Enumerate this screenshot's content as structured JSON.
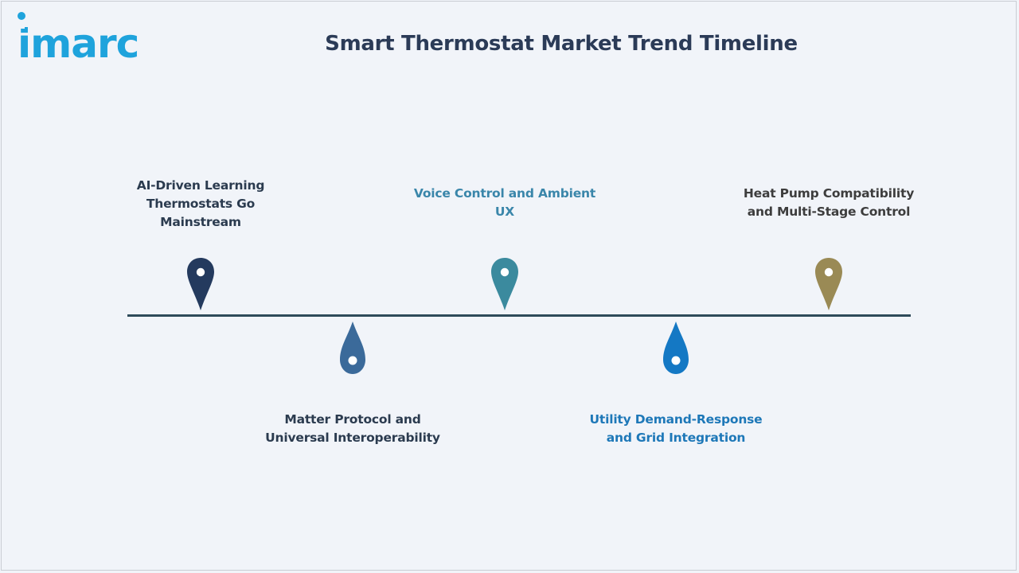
{
  "brand": {
    "logo_text": "imarc",
    "logo_color": "#1fa3dc"
  },
  "header": {
    "title": "Smart Thermostat Market Trend Timeline",
    "title_color": "#2b3b57"
  },
  "timeline": {
    "line_color": "#2e4a5a",
    "milestones": [
      {
        "label": "AI-Driven Learning Thermostats Go Mainstream",
        "label_lines": [
          "AI-Driven Learning",
          "Thermostats Go",
          "Mainstream"
        ],
        "position": "above",
        "marker": "map-pin-icon",
        "marker_color": "#243a5e",
        "text_color": "#2b3b4f"
      },
      {
        "label": "Matter Protocol and Universal Interoperability",
        "label_lines": [
          "Matter Protocol and",
          "Universal Interoperability"
        ],
        "position": "below",
        "marker": "drop-icon",
        "marker_color": "#3b6a9a",
        "text_color": "#2b3b4f"
      },
      {
        "label": "Voice Control and Ambient UX",
        "label_lines": [
          "Voice Control and Ambient",
          "UX"
        ],
        "position": "above",
        "marker": "map-pin-icon",
        "marker_color": "#3b8a9e",
        "text_color": "#3a86aa"
      },
      {
        "label": "Utility Demand-Response and Grid Integration",
        "label_lines": [
          "Utility Demand-Response",
          "and Grid Integration"
        ],
        "position": "below",
        "marker": "drop-icon",
        "marker_color": "#1478c4",
        "text_color": "#1e78b8"
      },
      {
        "label": "Heat Pump Compatibility and Multi-Stage Control",
        "label_lines": [
          "Heat Pump Compatibility",
          "and Multi-Stage Control"
        ],
        "position": "above",
        "marker": "map-pin-icon",
        "marker_color": "#9a8a55",
        "text_color": "#3d3d3d"
      }
    ]
  }
}
